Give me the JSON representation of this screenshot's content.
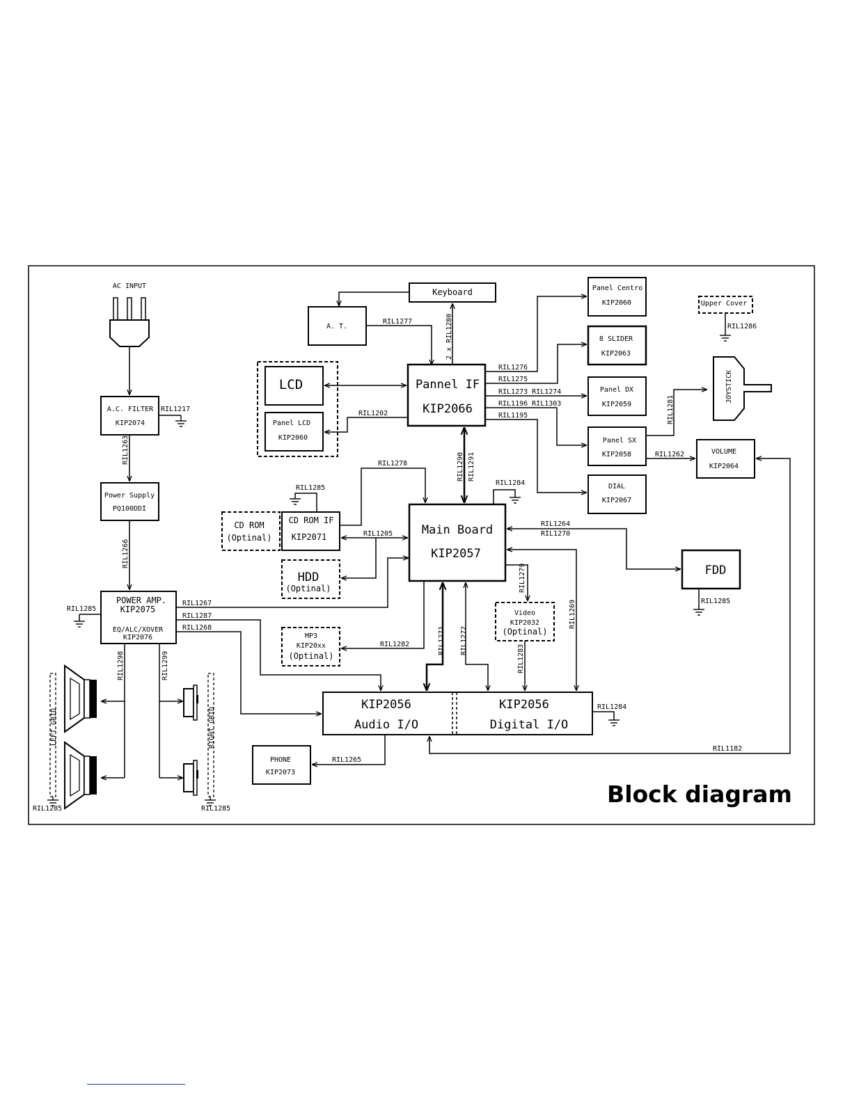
{
  "title": "Block diagram",
  "ac_input": "AC INPUT",
  "ac_filter": {
    "name": "A.C. FILTER",
    "code": "KIP2074",
    "cable": "RIL1217"
  },
  "ac_to_psu_cable": "RIL1263",
  "power_supply": {
    "name": "Power Supply",
    "code": "PQ100DDI"
  },
  "psu_to_amp_cable": "RIL1266",
  "power_amp": {
    "name": "POWER AMP.",
    "code": "KIP2075",
    "sub": "EQ/ALC/XOVER",
    "sub_code": "KIP2076",
    "ground_cable": "RIL1285"
  },
  "amp_cables": {
    "to_main": "RIL1267",
    "to_digital": "RIL1287",
    "to_audio": "RIL1268",
    "left": "RIL1298",
    "right": "RIL1299"
  },
  "left_grid": {
    "label": "LEFT GRID",
    "cable": "RIL1285"
  },
  "right_grid": {
    "label": "RIGHT GRID",
    "cable": "RIL1285"
  },
  "keyboard": "Keyboard",
  "at": {
    "name": "A. T.",
    "cable": "RIL1277"
  },
  "keyboard_cable": "2 x RIL1280",
  "lcd": "LCD",
  "panel_lcd": {
    "name": "Panel LCD",
    "code": "KIP2060",
    "cable": "RIL1202"
  },
  "pannel_if": {
    "name": "Pannel IF",
    "code": "KIP2066"
  },
  "panel_centro": {
    "name": "Panel Centro",
    "code": "KIP2060",
    "cable": "RIL1276"
  },
  "slider": {
    "name": "8 SLIDER",
    "code": "KIP2063",
    "cable": "RIL1275"
  },
  "panel_dx": {
    "name": "Panel DX",
    "code": "KIP2059",
    "cable": "RIL1273  RIL1274"
  },
  "panel_sx": {
    "name": "Panel SX",
    "code": "KIP2058",
    "cable": "RIL1196  RIL1303"
  },
  "dial": {
    "name": "DIAL",
    "code": "KIP2067",
    "cable": "RIL1195"
  },
  "upper_cover": {
    "name": "Upper Cover",
    "cable": "RIL1286"
  },
  "joystick": {
    "name": "JOYSTICK",
    "cable": "RIL1281"
  },
  "volume": {
    "name": "VOLUME",
    "code": "KIP2064",
    "cable": "RIL1262"
  },
  "if_to_main_cables": [
    "RIL1290",
    "RIL1291"
  ],
  "main_board": {
    "name": "Main Board",
    "code": "KIP2057",
    "ground_cable": "RIL1284"
  },
  "cd_rom": {
    "name": "CD ROM",
    "opt": "(Optinal)"
  },
  "cd_rom_if": {
    "name": "CD ROM IF",
    "code": "KIP2071",
    "ground_cable": "RIL1285",
    "cable_top": "RIL1278",
    "cable_main": "RIL1205"
  },
  "hdd": {
    "name": "HDD",
    "opt": "(Optinal)"
  },
  "mp3": {
    "name": "MP3",
    "code": "KIP20xx",
    "opt": "(Optinal)",
    "cable": "RIL1282"
  },
  "fdd": {
    "name": "FDD",
    "cables": [
      "RIL1264",
      "RIL1270"
    ],
    "ground_cable": "RIL1285"
  },
  "video": {
    "name": "Video",
    "code": "KIP2032",
    "opt": "(Optinal)",
    "cable_in": "RIL1279",
    "cable_out": "RIL1283"
  },
  "main_cables": {
    "audio": "RIL1271",
    "digital": "RIL1272",
    "digital_right": "RIL1269"
  },
  "kip2056_audio": {
    "code": "KIP2056",
    "name": "Audio I/O"
  },
  "kip2056_digital": {
    "code": "KIP2056",
    "name": "Digital I/O",
    "ground_cable": "RIL1284"
  },
  "volume_to_audio_cable": "RIL1182",
  "phone": {
    "name": "PHONE",
    "code": "KIP2073",
    "cable": "RIL1265"
  }
}
